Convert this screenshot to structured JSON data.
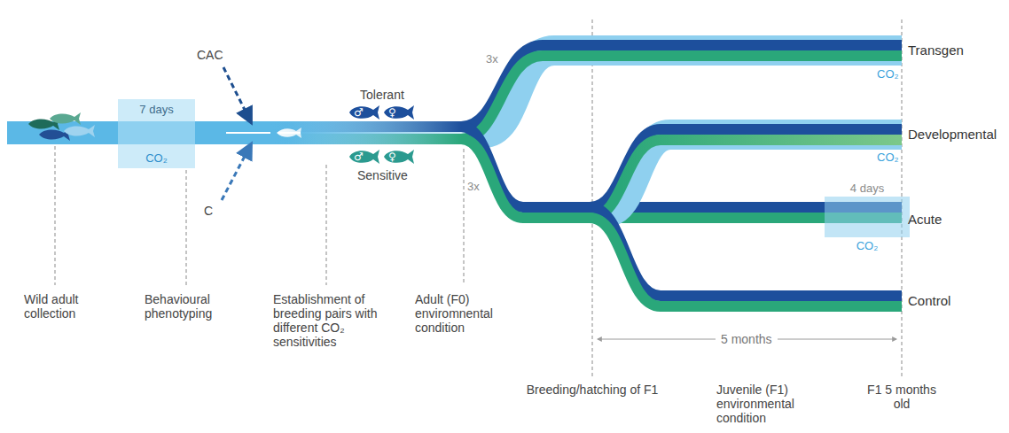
{
  "diagram": {
    "nodes": [
      {
        "text": [
          "7 days",
          "CO₂"
        ]
      },
      {
        "text": [
          "♂"
        ]
      },
      {
        "text": [
          "♀"
        ]
      },
      {
        "text": [
          "♂"
        ]
      },
      {
        "text": [
          "♀"
        ]
      },
      {
        "text": [
          "4 days",
          "CO₂"
        ]
      }
    ],
    "labels": [
      "CAC",
      "C",
      "Tolerant",
      "Sensitive",
      "3x",
      "3x",
      "Transgen",
      "CO₂",
      "Developmental",
      "CO₂",
      "Acute",
      "Control",
      "5 months",
      "Wild adult collection",
      "Behavioural phenotyping",
      "Establishment of breeding pairs with different CO₂ sensitivities",
      "Adult (F0) enviromnental condition",
      "Breeding/hatching of F1",
      "Juvenile (F1) environmental condition",
      "F1 5 months old"
    ]
  }
}
